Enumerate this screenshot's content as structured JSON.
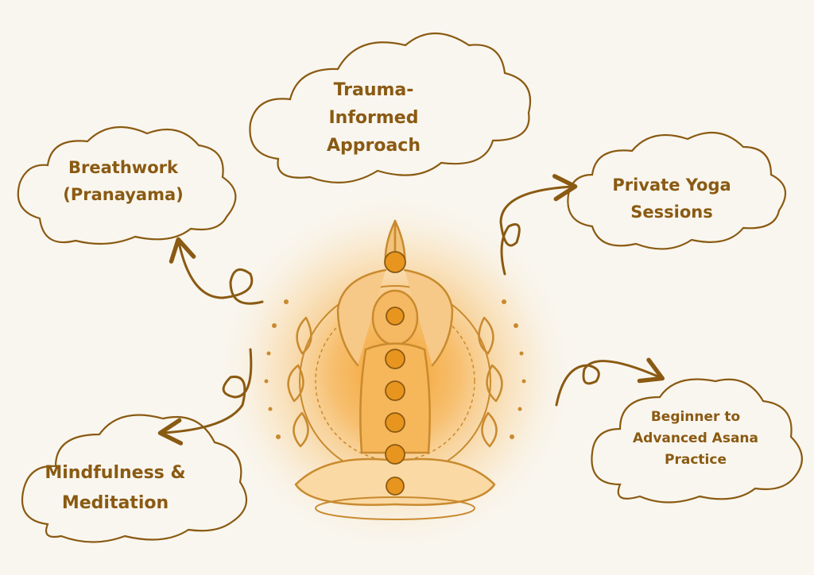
{
  "colors": {
    "background": "#f9f6ef",
    "ink": "#8a5a12",
    "glow": "#f4a83a",
    "figure": "#c98a2e",
    "chakra": "#e08a1c"
  },
  "figure": {
    "icon": "meditating-figure-with-chakras-icon"
  },
  "clouds": {
    "trauma": {
      "lines": [
        "Trauma-",
        "Informed",
        "Approach"
      ]
    },
    "breathwork": {
      "lines": [
        "Breathwork",
        "(Pranayama)"
      ]
    },
    "private": {
      "lines": [
        "Private Yoga",
        "Sessions"
      ]
    },
    "asana": {
      "lines": [
        "Beginner to",
        "Advanced Asana",
        "Practice"
      ]
    },
    "mindfulness": {
      "lines": [
        "Mindfulness &",
        "Meditation"
      ]
    }
  }
}
